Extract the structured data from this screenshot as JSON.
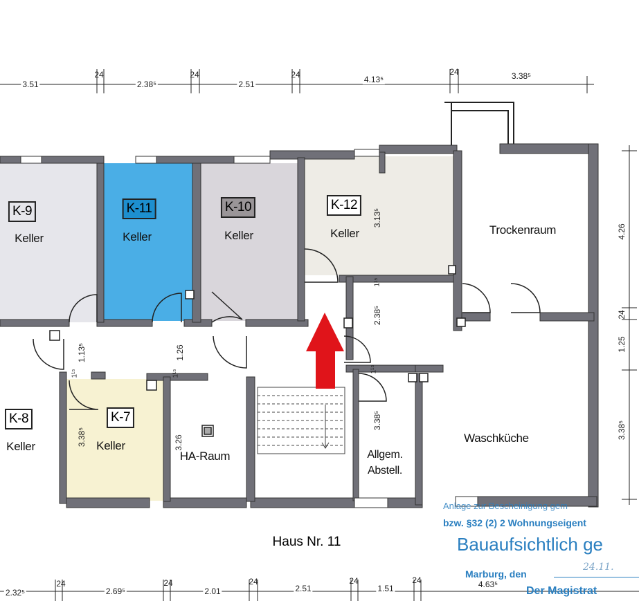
{
  "rooms": {
    "k9": {
      "tag": "K-9",
      "name": "Keller"
    },
    "k11": {
      "tag": "K-11",
      "name": "Keller"
    },
    "k10": {
      "tag": "K-10",
      "name": "Keller"
    },
    "k12": {
      "tag": "K-12",
      "name": "Keller"
    },
    "k8": {
      "tag": "K-8",
      "name": "Keller"
    },
    "k7": {
      "tag": "K-7",
      "name": "Keller"
    },
    "trockenraum": "Trockenraum",
    "waschkueche": "Waschküche",
    "ha_raum": "HA-Raum",
    "abstell_1": "Allgem.",
    "abstell_2": "Abstell."
  },
  "caption": "Haus Nr. 11",
  "dimensions": {
    "top": [
      "3.51",
      "24",
      "2.38⁵",
      "24",
      "2.51",
      "24",
      "4.13⁵",
      "24",
      "3.38⁵"
    ],
    "bottom": [
      "2.32⁵",
      "24",
      "2.69⁵",
      "24",
      "2.01",
      "24",
      "2.51",
      "24",
      "1.51",
      "24",
      "4.63⁵"
    ],
    "right": [
      "4.26",
      "24",
      "1.25",
      "3.38⁵"
    ],
    "inner": [
      "1.13⁵",
      "1.26",
      "1¹⁵",
      "1¹⁵",
      "3.13⁵",
      "1¹⁵",
      "2.38⁵",
      "1¹⁵",
      "3.38⁵",
      "3.26",
      "3.38⁵"
    ]
  },
  "stamp": {
    "line1": "Anlage zur Bescheinigung gem",
    "line2": "bzw. §32 (2) 2 Wohnungseigent",
    "line3": "Bauaufsichtlich ge",
    "line4": "Marburg, den",
    "date": "24.11.",
    "line5": "Der Magistrat"
  },
  "colors": {
    "k11": "#4aaee6",
    "k10": "#d9d6db",
    "k9": "#e6e6eb",
    "k12": "#eeece6",
    "k7": "#f7f2d2",
    "wall": "#707078",
    "arrow": "#e0141a",
    "stamp": "#2a7fc0"
  }
}
